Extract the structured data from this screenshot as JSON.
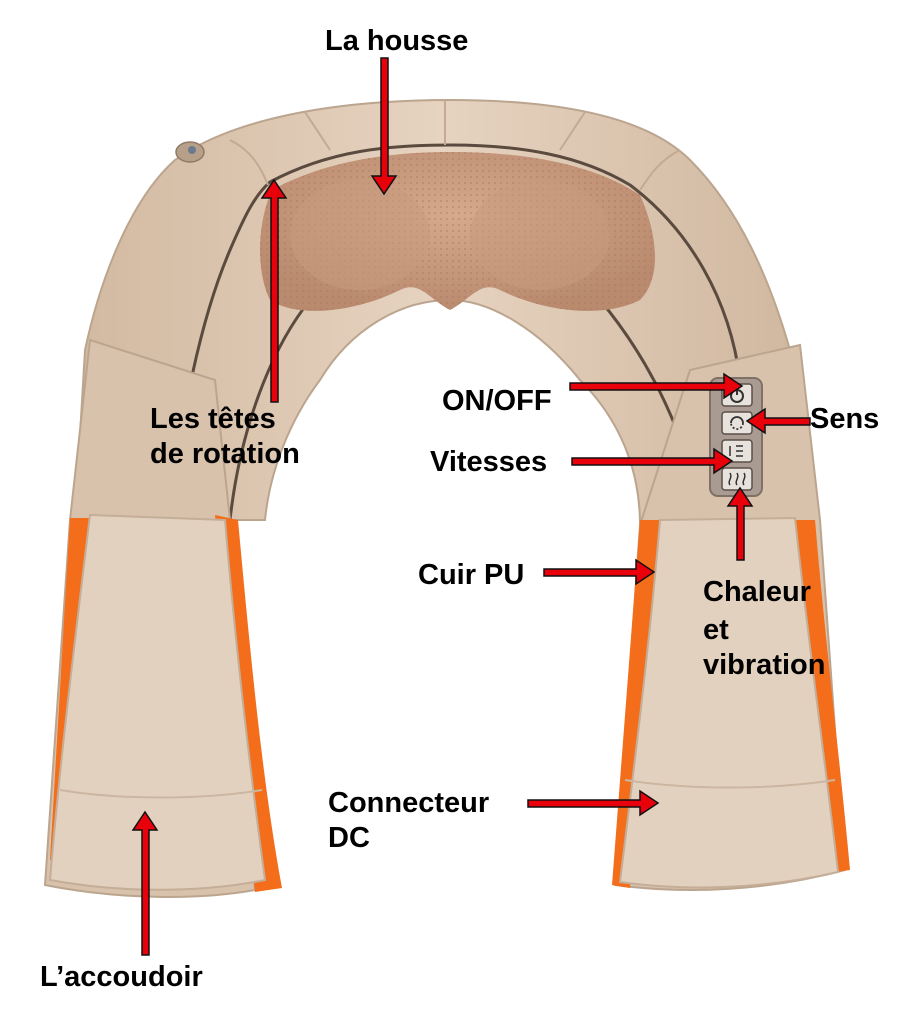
{
  "labels": {
    "cover": "La housse",
    "rotation_heads_line1": "Les têtes",
    "rotation_heads_line2": "de rotation",
    "on_off": "ON/OFF",
    "direction": "Sens",
    "speeds": "Vitesses",
    "pu_leather": "Cuir PU",
    "heat_line1": "Chaleur",
    "heat_line2": "et",
    "heat_line3": "vibration",
    "dc_line1": "Connecteur",
    "dc_line2": "DC",
    "armrest": "L’accoudoir"
  },
  "colors": {
    "body": "#dcc6b0",
    "body_shade": "#c9b098",
    "mesh": "#c99a7e",
    "mesh_dark": "#a8785c",
    "accent": "#f36d1a",
    "outline": "#5b4a3e",
    "panel": "#a99b92",
    "arrow": "#e8000b",
    "arrow_stroke": "#111111"
  },
  "control_panel": {
    "icons": [
      "power-icon",
      "rotate-icon",
      "speed-icon",
      "heat-icon"
    ]
  }
}
